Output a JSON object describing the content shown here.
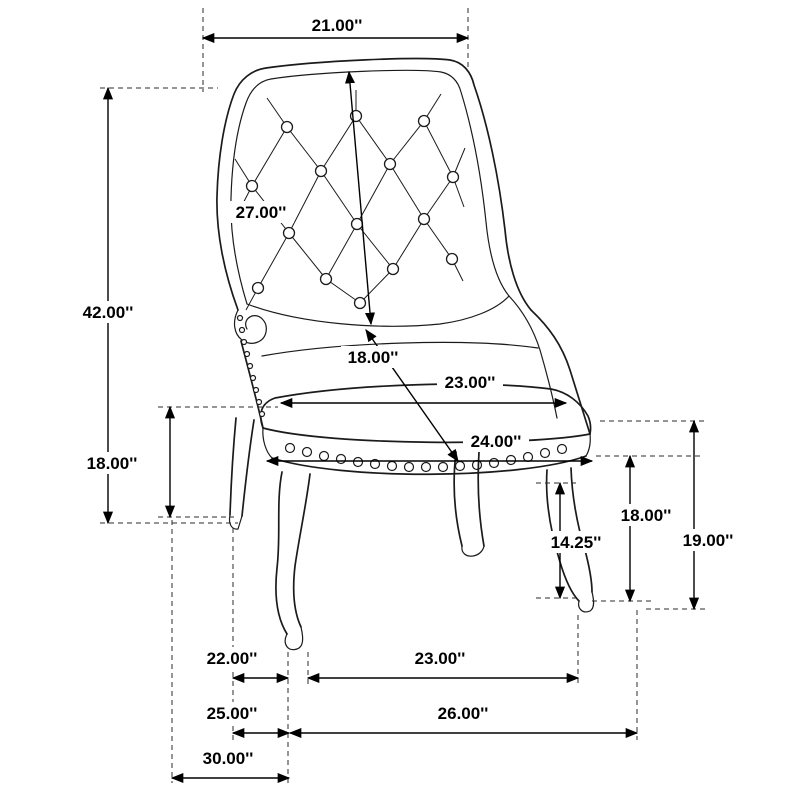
{
  "diagram": {
    "subject": "wingback-tufted-dining-chair",
    "line_color": "#1b1b1b",
    "background": "#ffffff"
  },
  "dimensions": {
    "top_back_width": "21.00''",
    "overall_height": "42.00''",
    "backrest_diagonal": "27.00''",
    "back_to_seat_diagonal": "18.00''",
    "seat_width": "23.00''",
    "outer_seat_width": "24.00''",
    "floor_to_seat_left": "18.00''",
    "floor_to_seat_right": "18.00''",
    "floor_to_arm_right": "19.00''",
    "leg_height": "14.25''",
    "leg_gap_depth": "22.00''",
    "front_leg_span": "23.00''",
    "lower_depth": "25.00''",
    "base_width": "26.00''",
    "overall_depth": "30.00''"
  }
}
